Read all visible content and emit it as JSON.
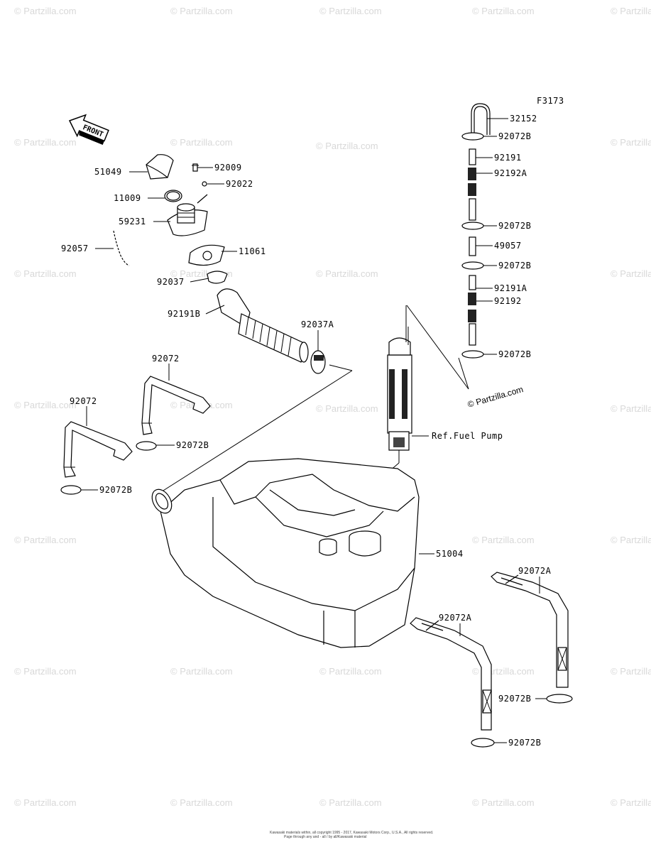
{
  "diagram": {
    "code": "F3173",
    "front_label": "FRONT",
    "copyright": "© Partzilla.com",
    "watermark": "© Partzilla.com",
    "ref_label": "Ref.Fuel Pump",
    "footer_line1": "Kawasaki materials within, all copyright 1995 - 2017, Kawasaki Motors Corp., U.S.A., All rights reserved.",
    "footer_line2": "Page through any and - all / by all/Kawasaki material"
  },
  "parts": [
    {
      "id": "p32152",
      "label": "32152"
    },
    {
      "id": "p92072b_1",
      "label": "92072B"
    },
    {
      "id": "p92191",
      "label": "92191"
    },
    {
      "id": "p92192a",
      "label": "92192A"
    },
    {
      "id": "p92072b_2",
      "label": "92072B"
    },
    {
      "id": "p49057",
      "label": "49057"
    },
    {
      "id": "p92072b_3",
      "label": "92072B"
    },
    {
      "id": "p92191a",
      "label": "92191A"
    },
    {
      "id": "p92192",
      "label": "92192"
    },
    {
      "id": "p92072b_4",
      "label": "92072B"
    },
    {
      "id": "p51049",
      "label": "51049"
    },
    {
      "id": "p92009",
      "label": "92009"
    },
    {
      "id": "p92022",
      "label": "92022"
    },
    {
      "id": "p11009",
      "label": "11009"
    },
    {
      "id": "p59231",
      "label": "59231"
    },
    {
      "id": "p92057",
      "label": "92057"
    },
    {
      "id": "p11061",
      "label": "11061"
    },
    {
      "id": "p92037",
      "label": "92037"
    },
    {
      "id": "p92191b",
      "label": "92191B"
    },
    {
      "id": "p92037a",
      "label": "92037A"
    },
    {
      "id": "p92072_1",
      "label": "92072"
    },
    {
      "id": "p92072_2",
      "label": "92072"
    },
    {
      "id": "p92072b_5",
      "label": "92072B"
    },
    {
      "id": "p92072b_6",
      "label": "92072B"
    },
    {
      "id": "p51004",
      "label": "51004"
    },
    {
      "id": "p92072a_1",
      "label": "92072A"
    },
    {
      "id": "p92072a_2",
      "label": "92072A"
    },
    {
      "id": "p92072b_7",
      "label": "92072B"
    },
    {
      "id": "p92072b_8",
      "label": "92072B"
    }
  ]
}
